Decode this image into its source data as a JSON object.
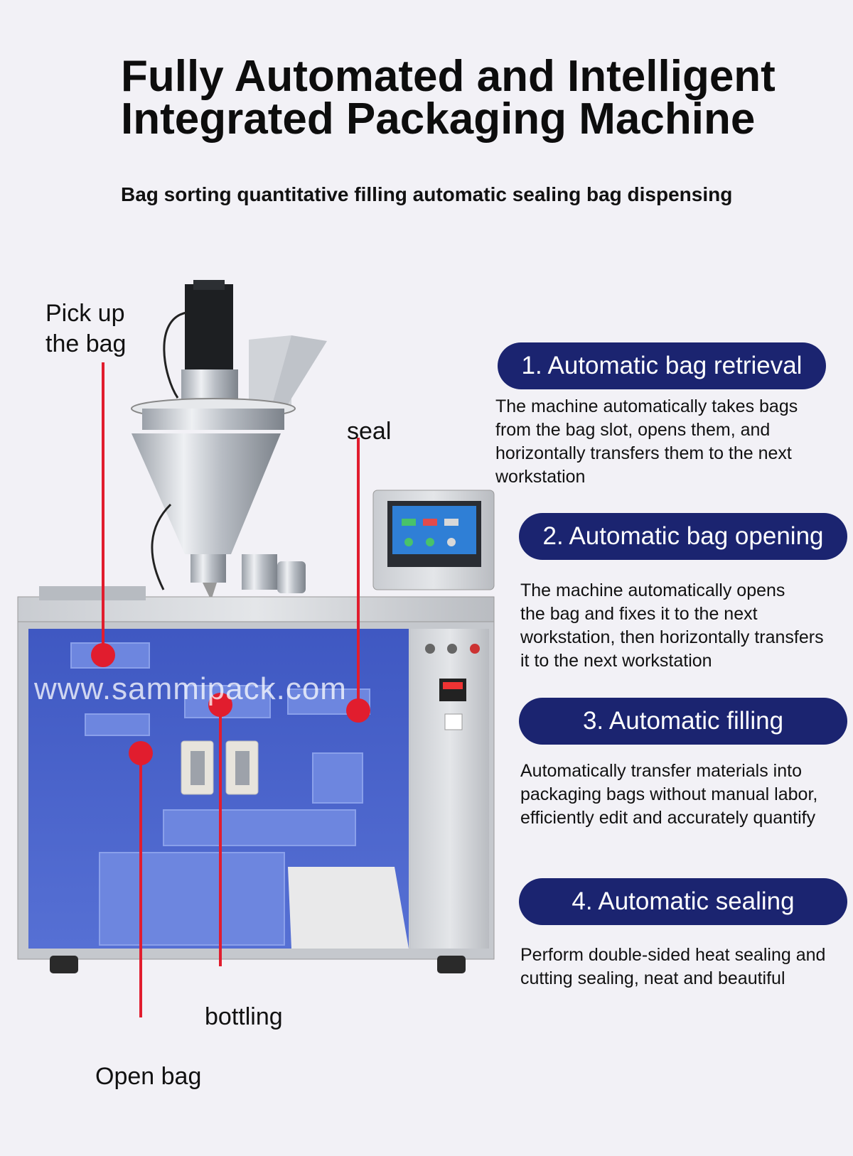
{
  "header": {
    "title_line1": "Fully Automated and Intelligent",
    "title_line2": "Integrated Packaging Machine",
    "subtitle": "Bag sorting quantitative filling automatic sealing bag dispensing"
  },
  "callouts": {
    "pick_up_line1": "Pick up",
    "pick_up_line2": "the bag",
    "seal": "seal",
    "bottling": "bottling",
    "open_bag": "Open bag"
  },
  "watermark": "www.sammipack.com",
  "features": [
    {
      "title": "1. Automatic bag retrieval",
      "desc_lines": [
        "The machine automatically takes bags",
        "from the bag slot, opens them, and",
        "horizontally transfers them to the next",
        "workstation"
      ]
    },
    {
      "title": "2. Automatic bag opening",
      "desc_lines": [
        "The machine automatically opens",
        "the bag and fixes it to the next",
        "workstation, then horizontally transfers",
        "it to the next workstation"
      ]
    },
    {
      "title": "3. Automatic filling",
      "desc_lines": [
        "Automatically transfer materials into",
        "packaging bags without manual labor,",
        "efficiently edit and accurately quantify"
      ]
    },
    {
      "title": "4. Automatic sealing",
      "desc_lines": [
        "Perform double-sided heat sealing and",
        "cutting sealing, neat and beautiful"
      ]
    }
  ],
  "colors": {
    "background": "#f2f1f6",
    "pill": "#1b2470",
    "marker": "#e11d2e",
    "panel_blue": "#4a63c8"
  }
}
